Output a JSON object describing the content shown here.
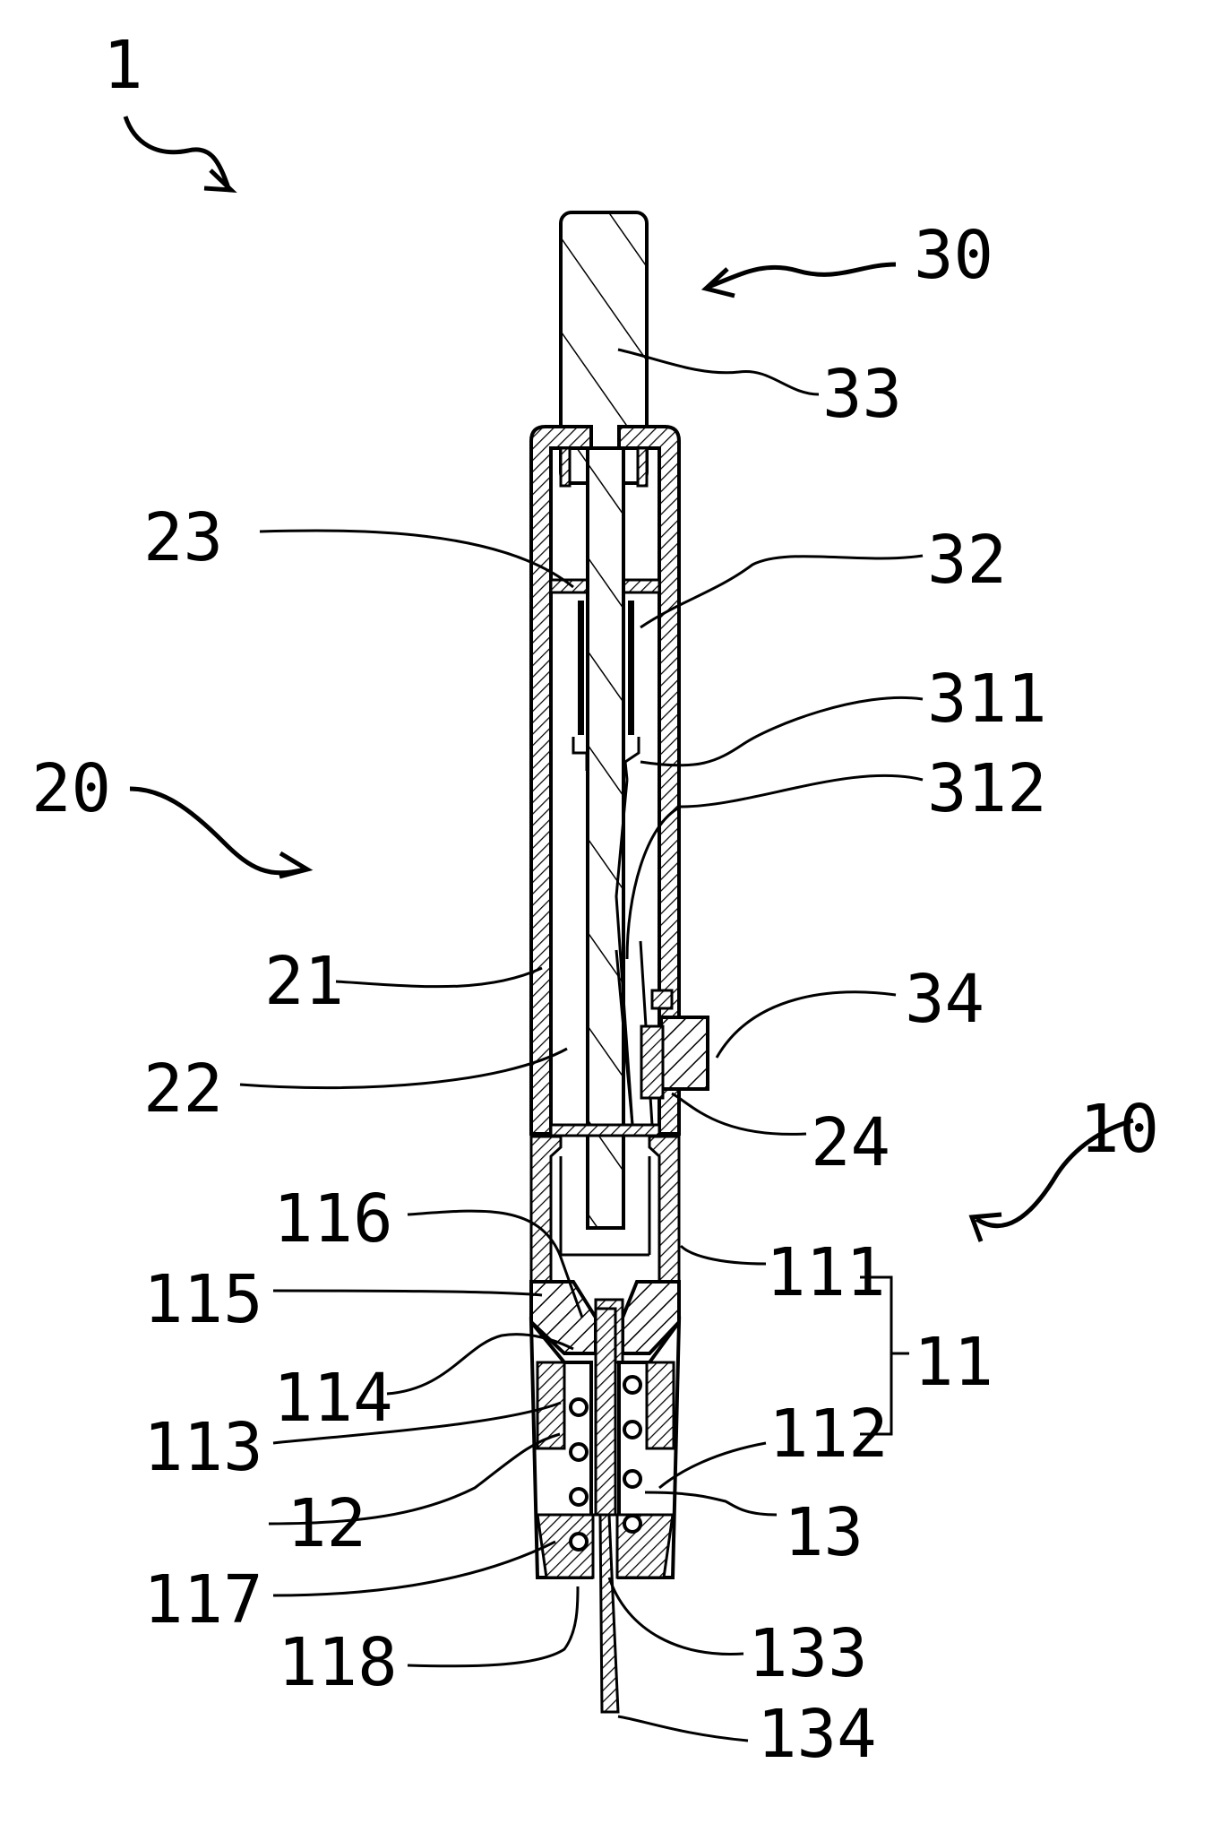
{
  "labels": {
    "l1": "1",
    "l30": "30",
    "l33": "33",
    "l23": "23",
    "l32": "32",
    "l311": "311",
    "l20": "20",
    "l312": "312",
    "l21": "21",
    "l34": "34",
    "l22": "22",
    "l24": "24",
    "l10": "10",
    "l116": "116",
    "l111": "111",
    "l115": "115",
    "l11": "11",
    "l114": "114",
    "l113": "113",
    "l112": "112",
    "l12": "12",
    "l13": "13",
    "l117": "117",
    "l133": "133",
    "l118": "118",
    "l134": "134"
  }
}
